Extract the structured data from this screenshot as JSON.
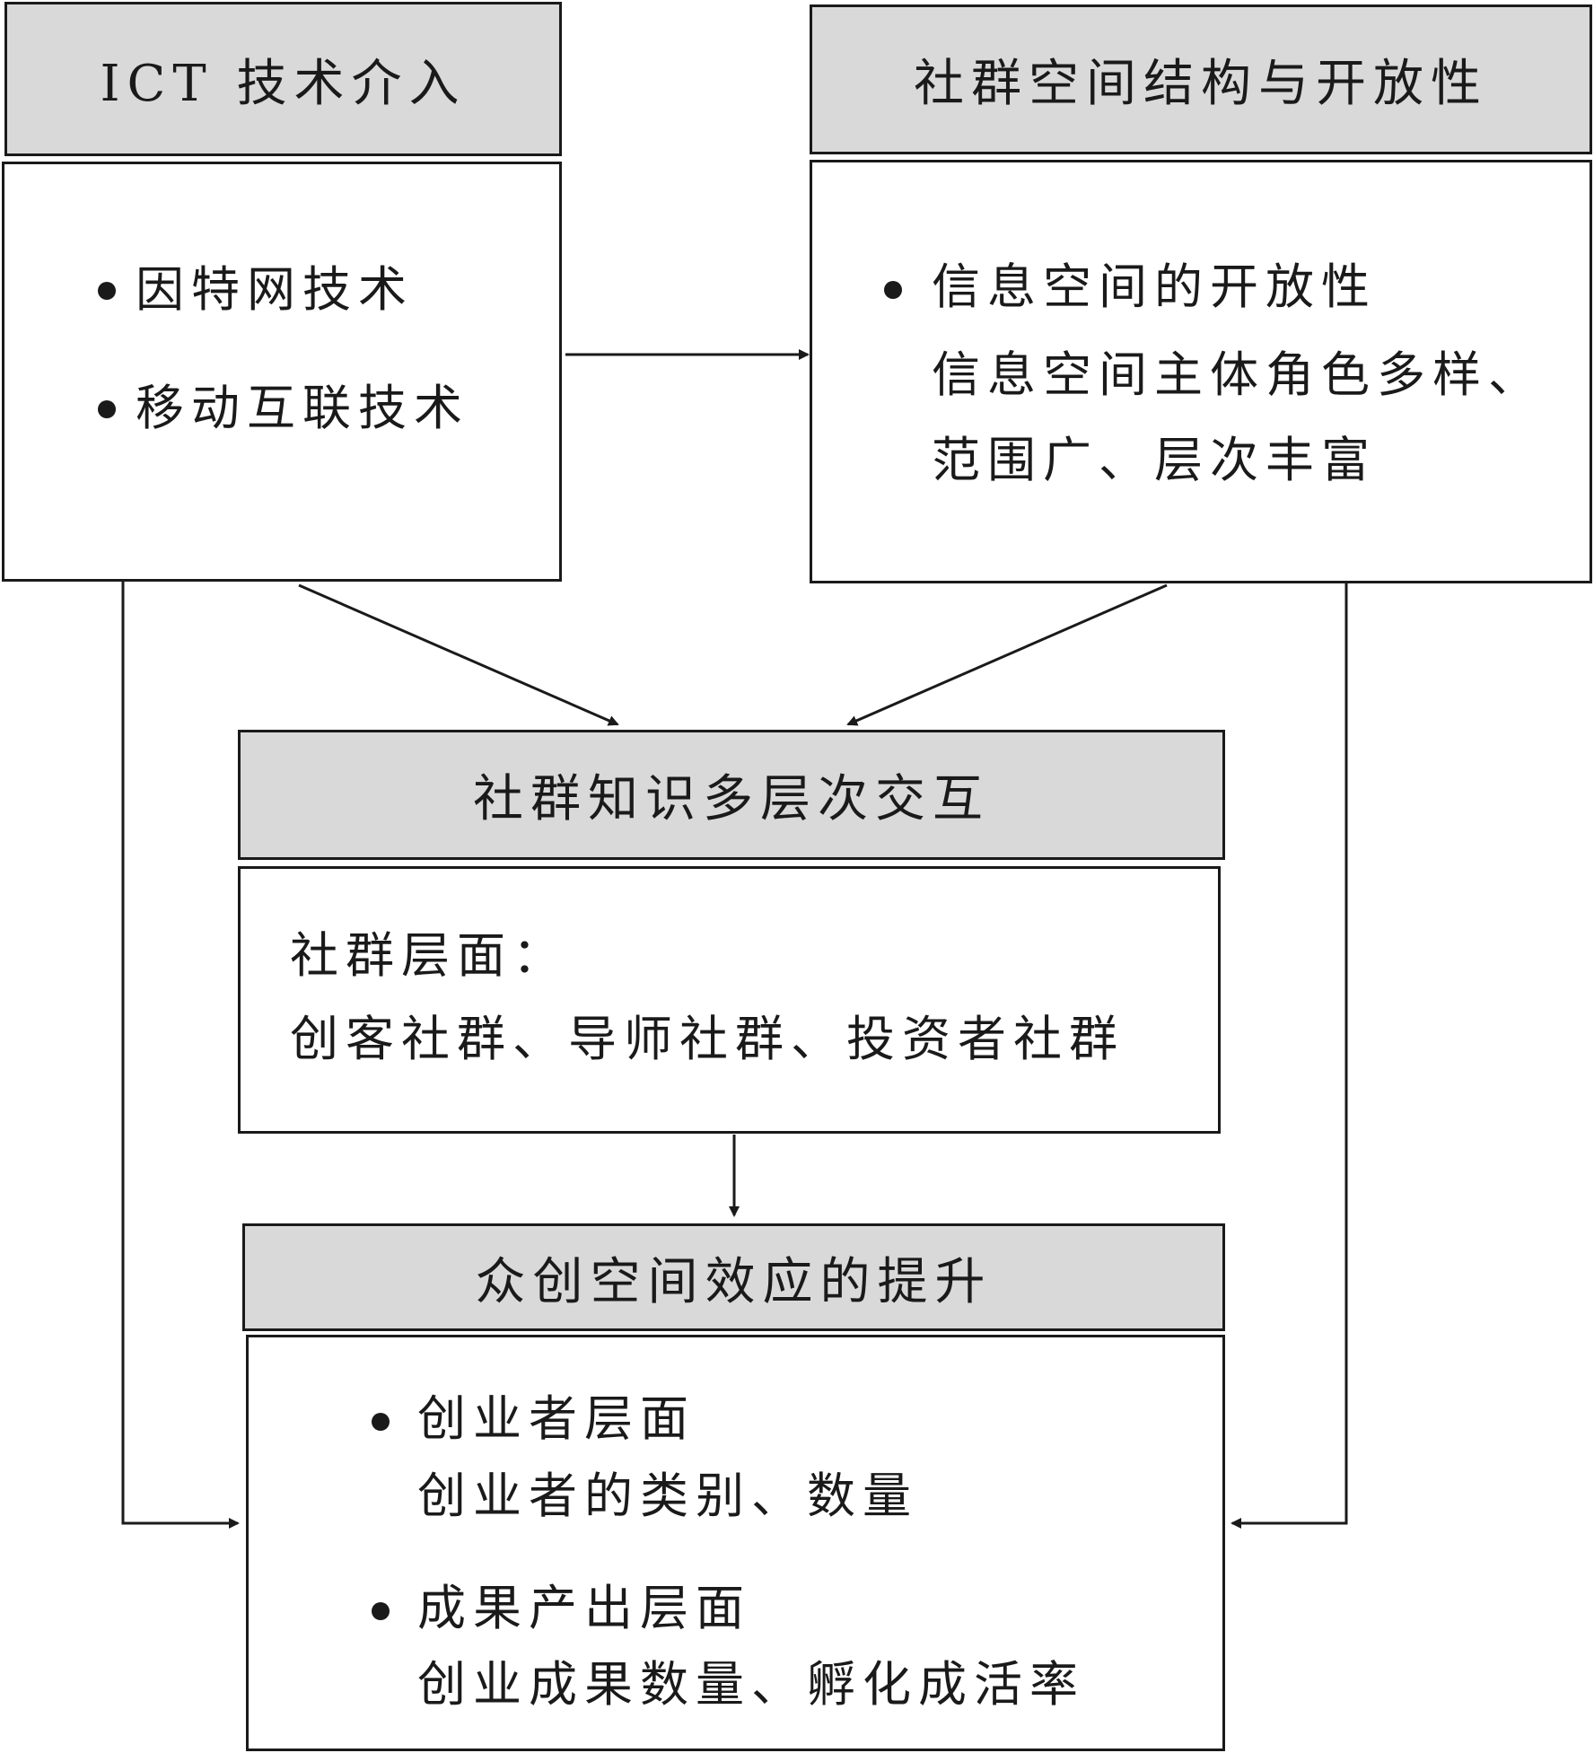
{
  "nodes": {
    "ict": {
      "header": "ICT 技术介入",
      "items": [
        "因特网技术",
        "移动互联技术"
      ]
    },
    "space": {
      "header": "社群空间结构与开放性",
      "bullet": "信息空间的开放性",
      "detail_lines": [
        "信息空间主体角色多样、",
        "范围广、层次丰富"
      ]
    },
    "interaction": {
      "header": "社群知识多层次交互",
      "lines": [
        "社群层面：",
        "创客社群、导师社群、投资者社群"
      ]
    },
    "effect": {
      "header": "众创空间效应的提升",
      "groups": [
        {
          "title": "创业者层面",
          "detail": "创业者的类别、数量"
        },
        {
          "title": "成果产出层面",
          "detail": "创业成果数量、孵化成活率"
        }
      ]
    }
  },
  "colors": {
    "header_fill": "#d9d9d9",
    "stroke": "#1a1a1a",
    "background": "#ffffff"
  }
}
